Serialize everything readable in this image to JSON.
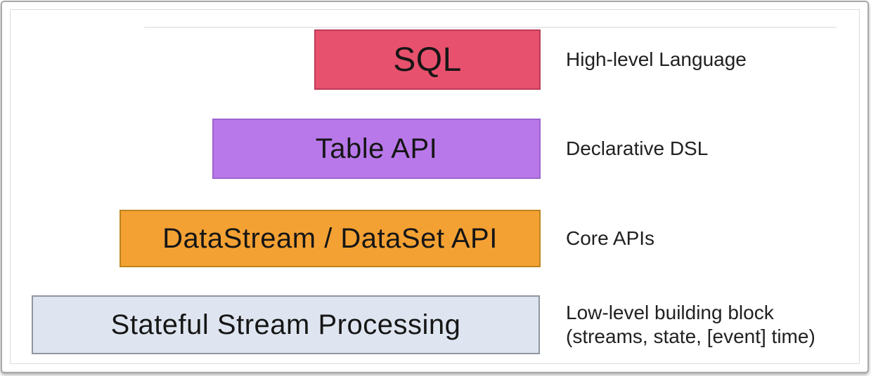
{
  "page": {
    "background_color": "#ffffff",
    "frame_border_color": "#aaa8ab",
    "slide_border_color": "#dcdcdc"
  },
  "stack": {
    "layers": [
      {
        "label": "SQL",
        "annotation": "High-level Language",
        "fill": "#e8516d",
        "border": "#bc3c57"
      },
      {
        "label": "Table API",
        "annotation": "Declarative DSL",
        "fill": "#b878ea",
        "border": "#9c64cf"
      },
      {
        "label": "DataStream / DataSet API",
        "annotation": "Core APIs",
        "fill": "#f4a133",
        "border": "#bd851f"
      },
      {
        "label": "Stateful Stream Processing",
        "annotation": "Low-level building block",
        "annotation2": "(streams, state, [event] time)",
        "fill": "#dfe5f0",
        "border": "#8f969e"
      }
    ]
  }
}
